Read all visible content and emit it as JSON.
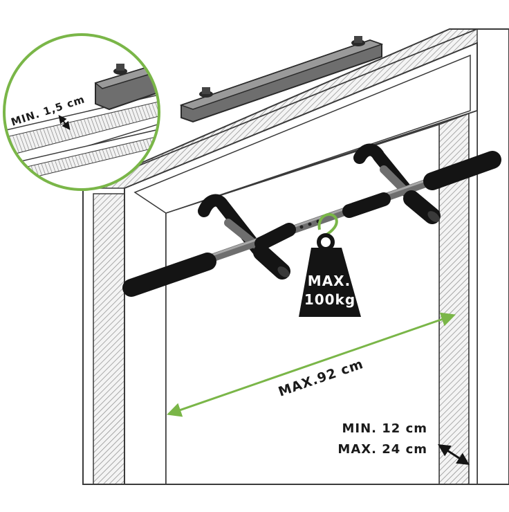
{
  "labels": {
    "min_clearance": "MIN. 1,5 cm",
    "max_width": "MAX.92 cm",
    "min_depth": "MIN. 12 cm",
    "max_depth": "MAX. 24 cm",
    "weight_line1": "MAX.",
    "weight_line2": "100kg"
  },
  "colors": {
    "accent_green": "#7ab648",
    "grip_black": "#141414",
    "bar_grey": "#6e6e6e",
    "outline": "#3a3a3a"
  },
  "icons": [
    "weight-icon",
    "magnifier-inset",
    "double-arrow-icon"
  ]
}
